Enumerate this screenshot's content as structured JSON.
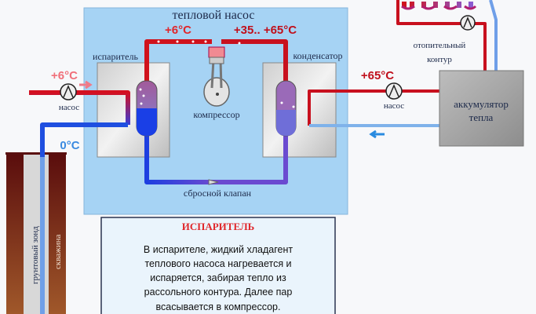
{
  "heat_pump": {
    "title": "тепловой насос",
    "evaporator_label": "испаритель",
    "condenser_label": "конденсатор",
    "compressor_label": "компрессор",
    "valve_label": "сбросной клапан",
    "temp_suction": "+6°C",
    "temp_discharge": "+35.. +65°C"
  },
  "brine_loop": {
    "temp_in": "+6°C",
    "temp_out": "0°C",
    "pump_label": "насос",
    "probe_label": "грунтовый зонд",
    "well_label": "скважина"
  },
  "heating_side": {
    "temp": "+65°C",
    "pump_label": "насос",
    "accumulator_line1": "аккумулятор",
    "accumulator_line2": "тепла",
    "circuit_line1": "отопительный",
    "circuit_line2": "контур"
  },
  "info_box": {
    "title": "ИСПАРИТЕЛЬ",
    "lines": [
      "В испарителе, жидкий хладагент",
      "теплового насоса нагревается и",
      "испаряется, забирая тепло из",
      "рассольного контура.  Далее пар",
      "всасывается в компрессор."
    ]
  },
  "colors": {
    "hot": "#d0121c",
    "cold": "#1f4fe0",
    "box": "#a6d3f4",
    "accent_red": "#e0262b"
  }
}
